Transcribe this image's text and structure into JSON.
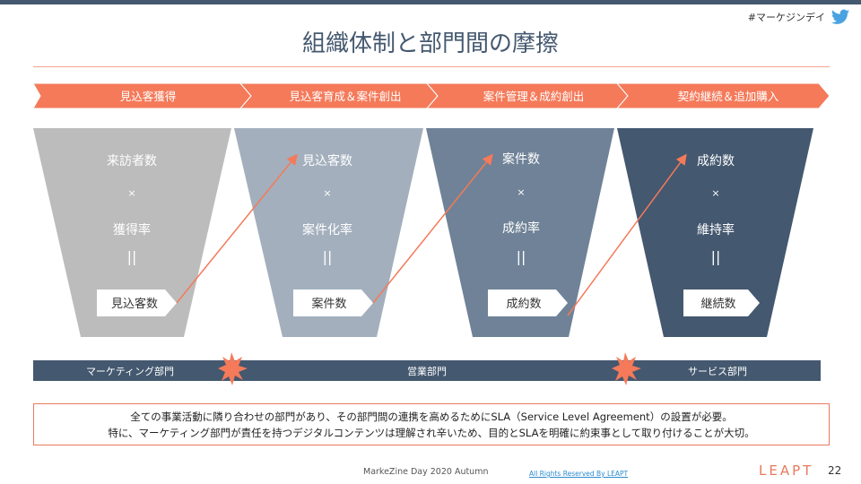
{
  "header": {
    "hashtag": "#マーケジンデイ",
    "title": "組織体制と部門間の摩擦"
  },
  "stages": [
    "見込客獲得",
    "見込客育成＆案件創出",
    "案件管理＆成約創出",
    "契約継続＆追加購入"
  ],
  "funnels": [
    {
      "top": "来訪者数",
      "op": "×",
      "rate": "獲得率",
      "eq": "||",
      "result": "見込客数"
    },
    {
      "top": "見込客数",
      "op": "×",
      "rate": "案件化率",
      "eq": "||",
      "result": "案件数"
    },
    {
      "top": "案件数",
      "op": "×",
      "rate": "成約率",
      "eq": "||",
      "result": "成約数"
    },
    {
      "top": "成約数",
      "op": "×",
      "rate": "維持率",
      "eq": "||",
      "result": "継続数"
    }
  ],
  "departments": [
    "マーケティング部門",
    "営業部門",
    "サービス部門"
  ],
  "callout": {
    "line1": "全ての事業活動に隣り合わせの部門があり、その部門間の連携を高めるためにSLA（Service Level Agreement）の設置が必要。",
    "line2": "特に、マーケティング部門が責任を持つデジタルコンテンツは理解され辛いため、目的とSLAを明確に約束事として取り付けることが大切。"
  },
  "footer": {
    "event": "MarkeZine  Day 2020  Autumn",
    "rights": "All Rights Reserved By LEAPT",
    "logo": "LEAPT",
    "page": "22"
  },
  "colors": {
    "accent": "#f47a5a",
    "navy": "#44586f",
    "funnel1": "#bcbcbc",
    "funnel2": "#a3afbd",
    "funnel3": "#6f8297",
    "funnel4": "#44586f"
  }
}
